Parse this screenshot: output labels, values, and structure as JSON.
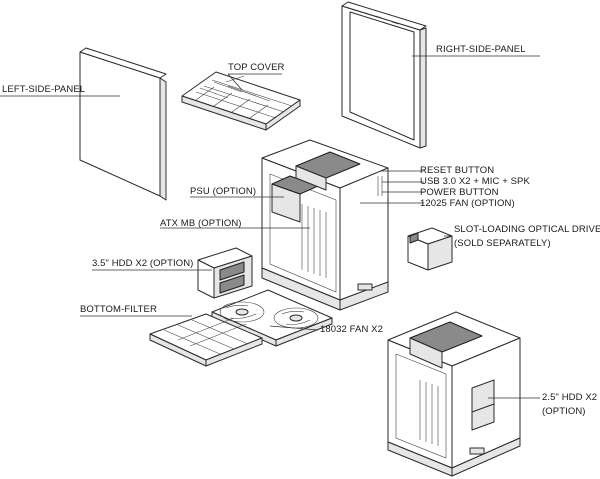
{
  "labels": {
    "left_side_panel": "LEFT-SIDE-PANEL",
    "top_cover": "TOP COVER",
    "right_side_panel": "RIGHT-SIDE-PANEL",
    "reset_button": "RESET BUTTON",
    "usb_mic_spk": "USB 3.0 X2 + MIC + SPK",
    "power_button": "POWER BUTTON",
    "fan_12025": "12025 FAN (OPTION)",
    "psu": "PSU (OPTION)",
    "atx_mb": "ATX MB (OPTION)",
    "optical_drive_line1": "SLOT-LOADING OPTICAL DRIVE",
    "optical_drive_line2": "(SOLD SEPARATELY)",
    "hdd_35": "3.5\" HDD X2 (OPTION)",
    "bottom_filter": "BOTTOM-FILTER",
    "fan_18032": "18032 FAN X2",
    "hdd_25_line1": "2.5\" HDD X2",
    "hdd_25_line2": "(OPTION)"
  }
}
